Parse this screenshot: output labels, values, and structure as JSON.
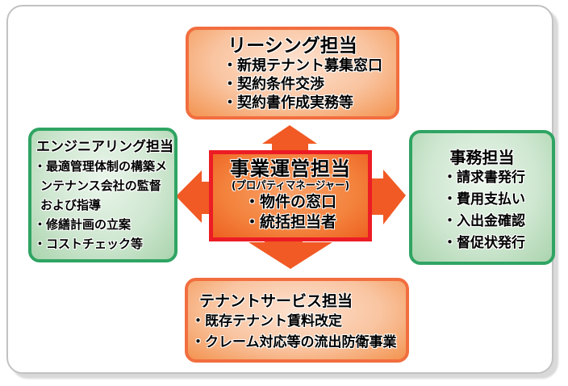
{
  "diagram": {
    "center": {
      "title": "事業運営担当",
      "subtitle": "(プロパティマネージャー)",
      "lines": [
        "・物件の窓口",
        "・統括担当者"
      ]
    },
    "top": {
      "title": "リーシング担当",
      "lines": [
        "・新規テナント募集窓口",
        "・契約条件交渉",
        "・契約書作成実務等"
      ]
    },
    "left": {
      "title": "エンジニアリング担当",
      "lines": [
        "・最適管理体制の構築メ",
        "ンテナンス会社の監督",
        "および指導",
        "・修繕計画の立案",
        "・コストチェック等"
      ]
    },
    "right": {
      "title": "事務担当",
      "lines": [
        "・請求書発行",
        "・費用支払い",
        "・入出金確認",
        "・督促状発行"
      ]
    },
    "bottom": {
      "title": "テナントサービス担当",
      "lines": [
        "・既存テナント賃料改定",
        "・クレーム対応等の流出防衛事業"
      ]
    }
  },
  "colors": {
    "orange_box_border": "#f26e3f",
    "orange_box_fill_light": "#fde2d0",
    "orange_box_fill_dark": "#f3934f",
    "green_box_border": "#2fa463",
    "green_box_fill_light": "#e9f5ea",
    "green_box_fill_dark": "#aad4ad",
    "center_box_border": "#ec1c24",
    "center_box_fill_light": "#f9a169",
    "center_box_fill_dark": "#ee6021",
    "arrow": "#f15a24",
    "frame_border": "#c2c2c2"
  }
}
